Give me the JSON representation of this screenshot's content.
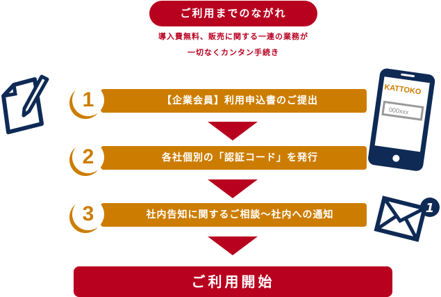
{
  "header": {
    "title": "ご利用までのながれ",
    "subtitle_line1": "導入費無料、販売に関する一連の業務が",
    "subtitle_line2": "一切なくカンタン手続き"
  },
  "steps": [
    {
      "number": "1",
      "label": "【企業会員】利用申込書のご提出"
    },
    {
      "number": "2",
      "label": "各社個別の「認証コード」を発行"
    },
    {
      "number": "3",
      "label": "社内告知に関するご相談～社内への通知"
    }
  ],
  "final": {
    "label": "ご利用開始"
  },
  "phone": {
    "brand": "KATTOKO",
    "code": "000xxx"
  },
  "mail": {
    "badge": "1"
  },
  "colors": {
    "red": "#b8001f",
    "orange": "#cc7d00",
    "navy": "#0e2a55"
  }
}
